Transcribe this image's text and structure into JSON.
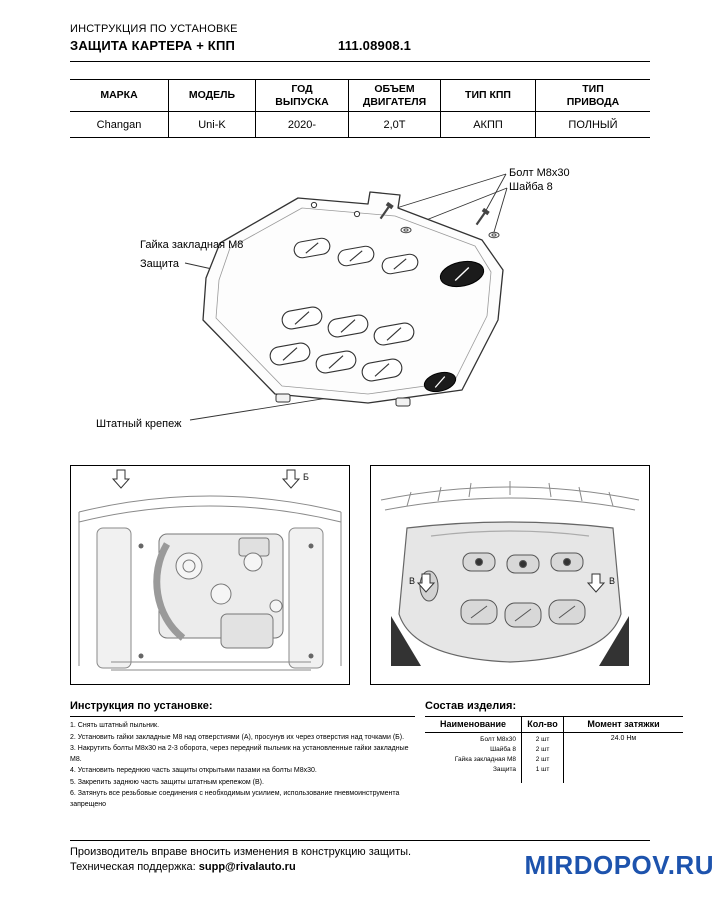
{
  "header": {
    "title_line1": "ИНСТРУКЦИЯ ПО УСТАНОВКЕ",
    "title_line2": "ЗАЩИТА КАРТЕРА + КПП",
    "part_number": "111.08908.1"
  },
  "spec": {
    "headers": [
      "МАРКА",
      "МОДЕЛЬ",
      "ГОД\nВЫПУСКА",
      "ОБЪЕМ\nДВИГАТЕЛЯ",
      "ТИП КПП",
      "ТИП\nПРИВОДА"
    ],
    "values": [
      "Changan",
      "Uni-K",
      "2020-",
      "2,0Т",
      "АКПП",
      "ПОЛНЫЙ"
    ]
  },
  "diagram": {
    "labels": {
      "bolt": "Болт М8х30",
      "washer": "Шайба 8",
      "nut": "Гайка закладная М8",
      "shield": "Защита",
      "stock_fastener": "Штатный крепеж"
    }
  },
  "figures": {
    "left_marker": "Б",
    "right_marker_left": "В",
    "right_marker_right": "В"
  },
  "instructions": {
    "title": "Инструкция по установке:",
    "steps": [
      "1. Снять штатный пыльник.",
      "2. Установить гайки закладные М8 над отверстиями (А), просунув их через отверстия над точками (Б).",
      "3. Накрутить болты М8х30 на 2-3 оборота, через передний пыльник на установленные гайки закладные М8.",
      "4. Установить переднюю часть защиты открытыми пазами на болты М8х30.",
      "5. Закрепить заднюю часть защиты штатным крепежом (В).",
      "6. Затянуть все резьбовые соединения с необходимым усилием, использование пневмоинструмента запрещено"
    ]
  },
  "composition": {
    "title": "Состав изделия:",
    "headers": [
      "Наименование",
      "Кол-во",
      "Момент затяжки"
    ],
    "rows": [
      {
        "name": "Болт М8х30",
        "qty": "2 шт"
      },
      {
        "name": "Шайба 8",
        "qty": "2 шт"
      },
      {
        "name": "Гайка закладная М8",
        "qty": "2 шт"
      },
      {
        "name": "Защита",
        "qty": "1 шт"
      }
    ],
    "torque": "24.0 Нм"
  },
  "footer": {
    "note": "Производитель вправе вносить изменения в конструкцию защиты.",
    "support_label": "Техническая поддержка: ",
    "support_email": "supp@rivalauto.ru"
  },
  "watermark": {
    "text": "MIRDOPOV.RU",
    "color": "#1d53ad"
  }
}
